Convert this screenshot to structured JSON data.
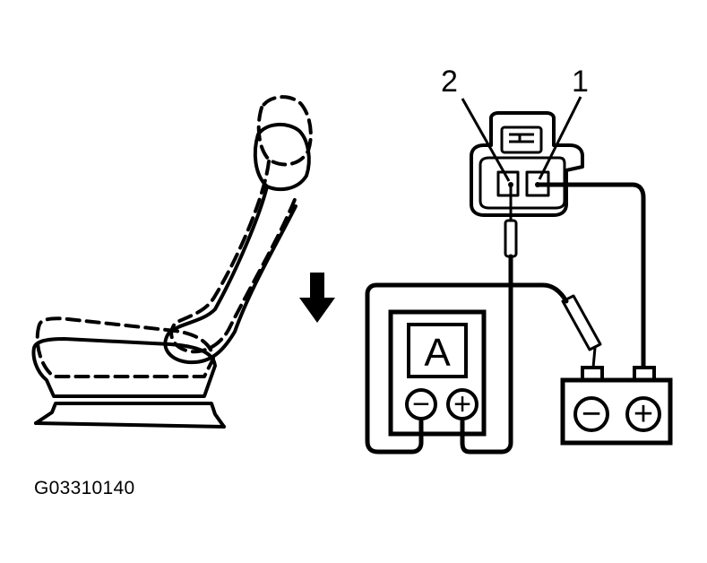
{
  "figure": {
    "callout_1": "1",
    "callout_2": "2",
    "meter_label": "A",
    "meter_minus": "−",
    "meter_plus": "+",
    "battery_minus": "−",
    "battery_plus": "+",
    "figure_code": "G03310140"
  },
  "colors": {
    "ink": "#000000",
    "paper": "#ffffff"
  },
  "icons": [
    "down-arrow-icon",
    "seat-outline-icon",
    "ammeter-icon",
    "battery-icon",
    "connector-icon"
  ]
}
